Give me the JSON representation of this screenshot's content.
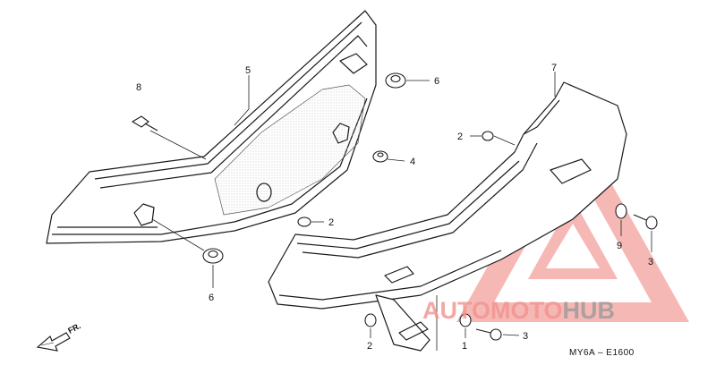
{
  "diagram": {
    "callouts": {
      "c8": "8",
      "c5": "5",
      "c6_top": "6",
      "c4": "4",
      "c2_left": "2",
      "c6_bottom": "6",
      "c7": "7",
      "c2_right": "2",
      "c9": "9",
      "c3_right": "3",
      "c2_bottom": "2",
      "c1": "1",
      "c3_bottom": "3"
    },
    "direction_label": "FR.",
    "figure_code": "MY6A – E1600"
  },
  "watermark": {
    "part_auto": "AUTO",
    "part_moto": "MOTO",
    "part_hub": "HUB",
    "color_red": "#f2938f",
    "color_gray": "#9a9a9a"
  }
}
